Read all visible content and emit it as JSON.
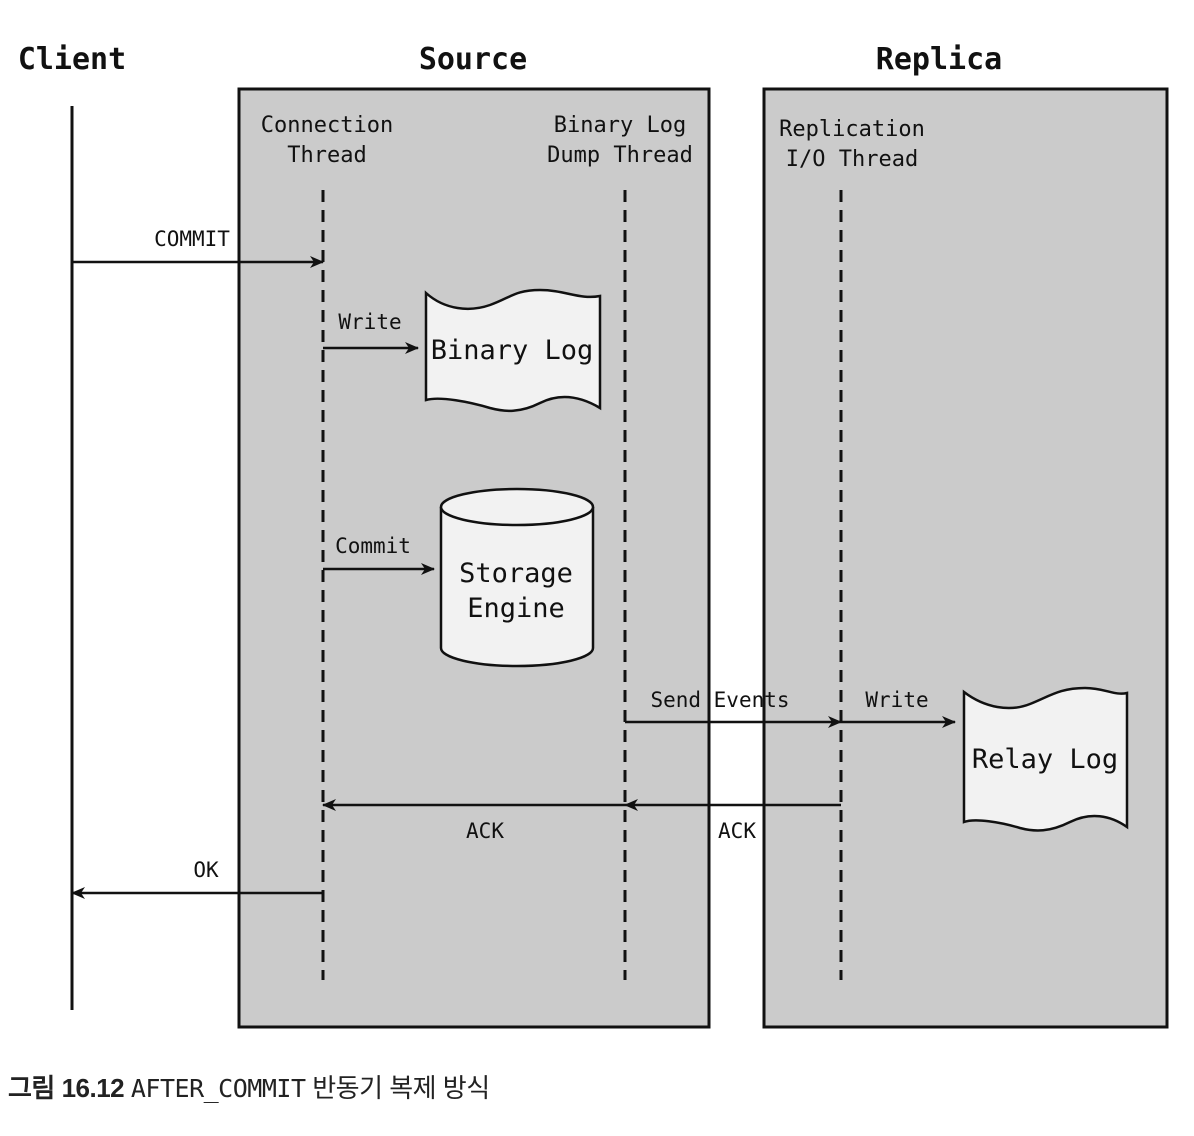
{
  "titles": {
    "client": "Client",
    "source": "Source",
    "replica": "Replica"
  },
  "threads": {
    "connection_line1": "Connection",
    "connection_line2": "Thread",
    "dump_line1": "Binary Log",
    "dump_line2": "Dump Thread",
    "io_line1": "Replication",
    "io_line2": "I/O Thread"
  },
  "arrows": {
    "commit": "COMMIT",
    "write_binlog": "Write",
    "commit_engine": "Commit",
    "send_events": "Send Events",
    "write_relay": "Write",
    "ack_source": "ACK",
    "ack_replica": "ACK",
    "ok": "OK"
  },
  "stores": {
    "binary_log": "Binary Log",
    "storage_line1": "Storage",
    "storage_line2": "Engine",
    "relay_log": "Relay Log"
  },
  "caption": {
    "prefix": "그림 16.12",
    "mode": "AFTER_COMMIT",
    "suffix": "반동기 복제 방식"
  }
}
